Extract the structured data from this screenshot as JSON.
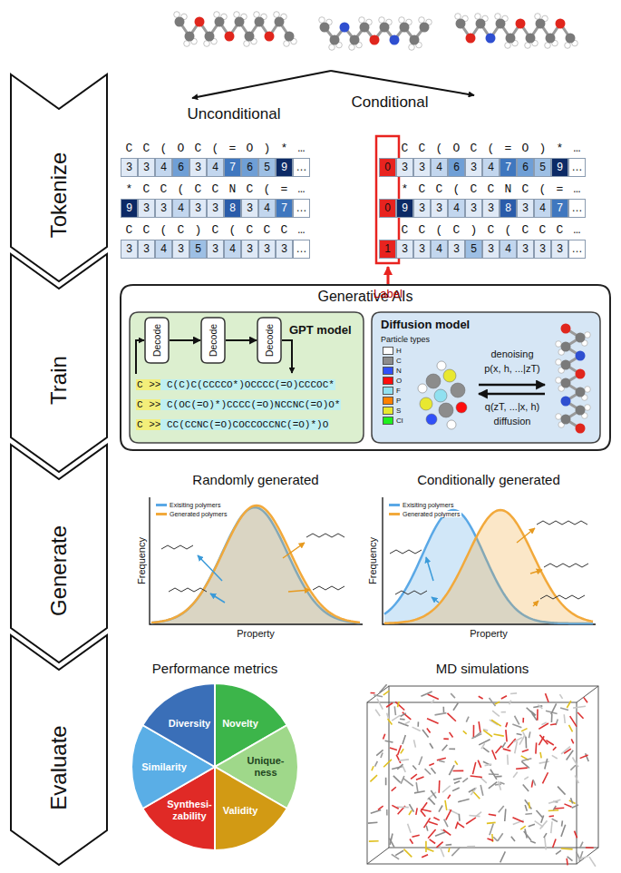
{
  "diagram": {
    "nodes": [
      {
        "text": [
          "Tokenize"
        ]
      },
      {
        "text": [
          "Train"
        ]
      },
      {
        "text": [
          "Generate"
        ]
      },
      {
        "text": [
          "Evaluate"
        ]
      },
      {
        "text": [
          "Generative AIs"
        ]
      },
      {
        "text": [
          "GPT model",
          "C >> C(C)C(CCCCO*)OCCCC(=O)CCCOC*",
          "C >> C(OC(=O)*)CCCC(=O)NCCNC(=O)O*",
          "C >> CC(CCNC(=O)COCCOCCNC(=O)*)O"
        ],
        "in": 4
      },
      {
        "text": [
          "Decode"
        ],
        "in": 5
      },
      {
        "text": [
          "Decode"
        ],
        "in": 5
      },
      {
        "text": [
          "Decode"
        ],
        "in": 5
      },
      {
        "text": [
          "Diffusion model",
          "Particle types",
          "denoising",
          "p(x, h, ...|zT)",
          "q(zT, ...|x, h)",
          "diffusion"
        ],
        "in": 4
      }
    ],
    "edges": [
      {
        "from": 6,
        "to": 7,
        "arrow": "to"
      },
      {
        "from": 7,
        "to": 8,
        "arrow": "to"
      }
    ],
    "labels": [
      "Unconditional",
      "Conditional",
      "C C ( O C ( = O ) * …",
      "* C C ( C C N C ( = …",
      "C C ( C ) C ( C C C …",
      "3",
      "3",
      "4",
      "6",
      "3",
      "4",
      "7",
      "6",
      "5",
      "9",
      "…",
      "9",
      "3",
      "3",
      "4",
      "3",
      "3",
      "8",
      "3",
      "4",
      "7",
      "…",
      "3",
      "3",
      "4",
      "3",
      "5",
      "3",
      "4",
      "3",
      "3",
      "3",
      "…",
      "C C ( O C ( = O ) * …",
      "* C C ( C C N C ( = …",
      "C C ( C ) C ( C C C …",
      "0",
      "3",
      "3",
      "4",
      "6",
      "3",
      "4",
      "7",
      "6",
      "5",
      "9",
      "…",
      "0",
      "9",
      "3",
      "3",
      "4",
      "3",
      "3",
      "8",
      "3",
      "4",
      "7",
      "…",
      "1",
      "3",
      "3",
      "4",
      "3",
      "5",
      "3",
      "4",
      "3",
      "3",
      "3",
      "…",
      "Label",
      "Randomly generated",
      "Frequency",
      "Property",
      "Conditionally generated",
      "Frequency",
      "Property",
      "Performance metrics",
      "Diversity",
      "Novelty",
      "Unique- ness",
      "Validity",
      "Synthesi- zability",
      "Similarity",
      "MD simulations"
    ],
    "legend": [
      {
        "text": "H",
        "color": "#ffffff"
      },
      {
        "text": "C",
        "color": "#8c8c8c"
      },
      {
        "text": "N",
        "color": "#3050f8"
      },
      {
        "text": "O",
        "color": "#ff0d0d"
      },
      {
        "text": "F",
        "color": "#90e0f0"
      },
      {
        "text": "P",
        "color": "#ff8000"
      },
      {
        "text": "S",
        "color": "#e8e830"
      },
      {
        "text": "Cl",
        "color": "#1ff01f"
      },
      {
        "text": "Exisiting polymers",
        "color": "#5aa8e6"
      },
      {
        "text": "Generated polymers",
        "color": "#f2a93b"
      },
      {
        "text": "Exisiting polymers",
        "color": "#5aa8e6"
      },
      {
        "text": "Generated polymers",
        "color": "#f2a93b"
      }
    ]
  }
}
